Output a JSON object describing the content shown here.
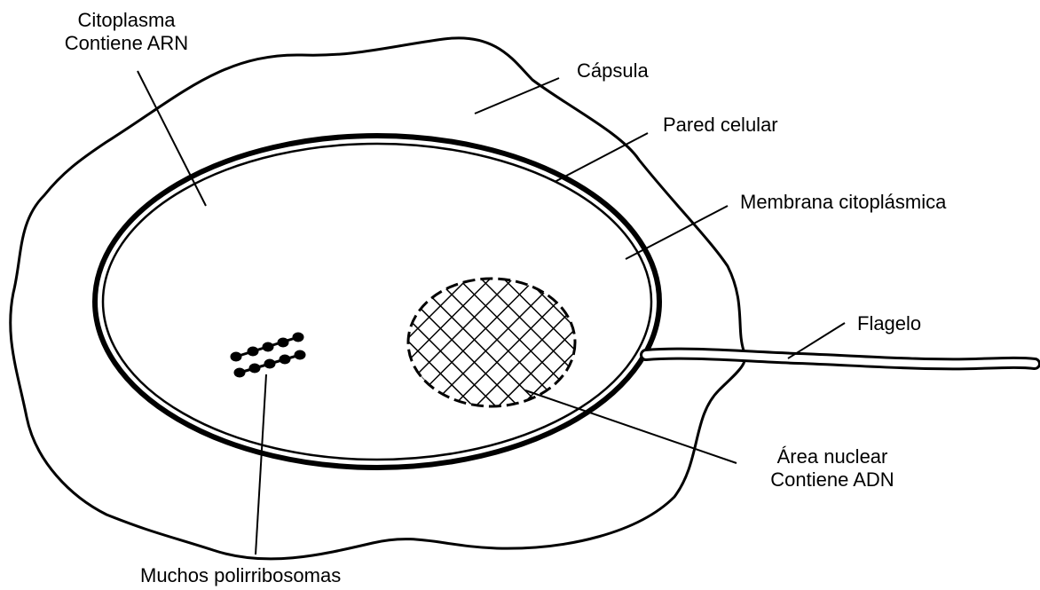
{
  "labels": {
    "citoplasma_l1": "Citoplasma",
    "citoplasma_l2": "Contiene ARN",
    "capsula": "Cápsula",
    "pared": "Pared celular",
    "membrana": "Membrana citoplásmica",
    "flagelo": "Flagelo",
    "nuclear_l1": "Área nuclear",
    "nuclear_l2": "Contiene ADN",
    "ribosomas": "Muchos polirribosomas"
  },
  "colors": {
    "ink": "#000000",
    "paper": "#ffffff"
  }
}
